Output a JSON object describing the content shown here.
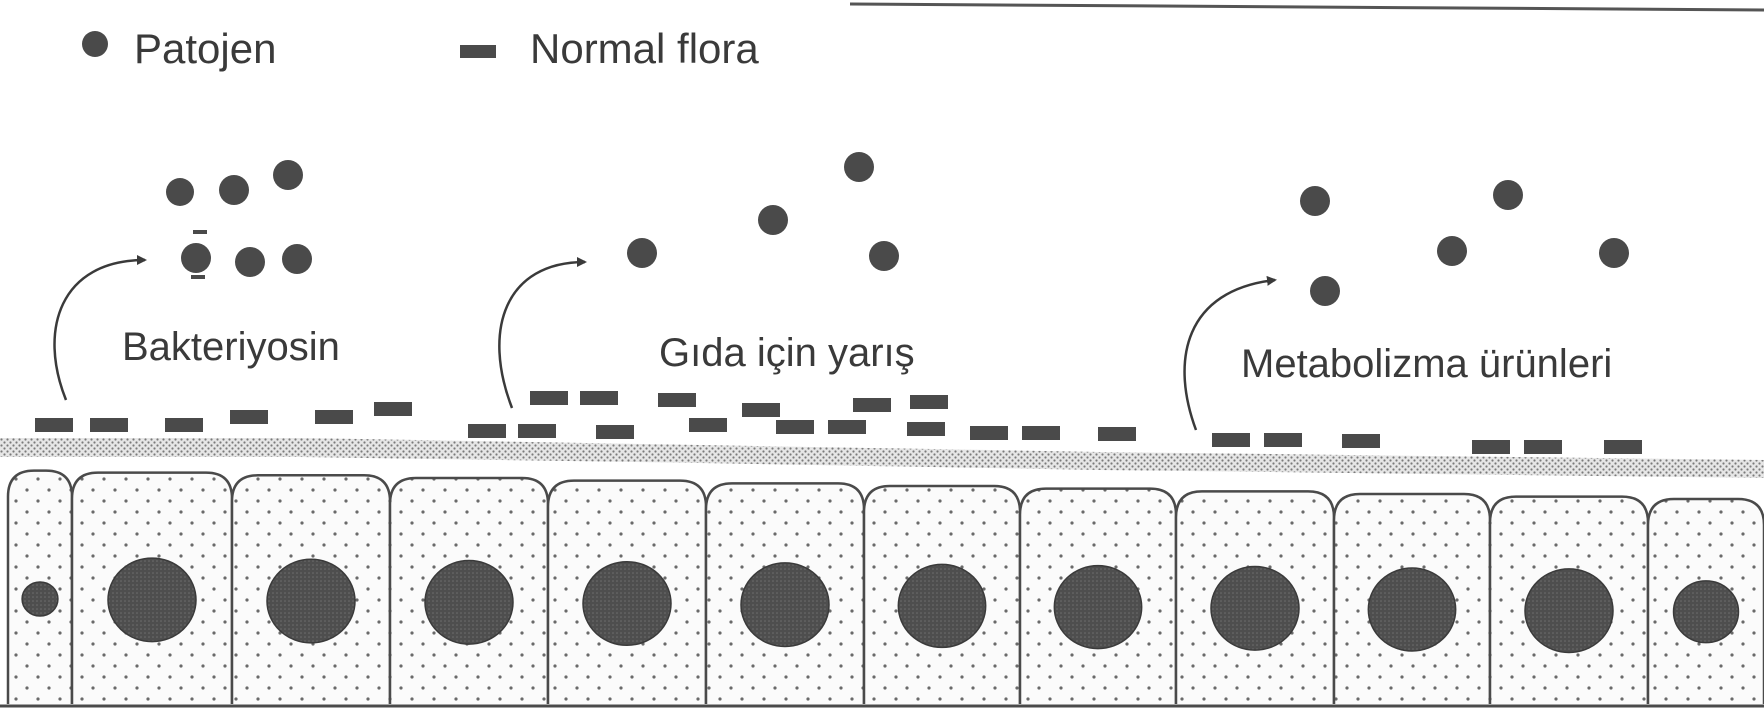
{
  "legend": {
    "pathogen_label": "Patojen",
    "flora_label": "Normal flora"
  },
  "mechanisms": [
    {
      "id": "bacteriocin",
      "label": "Bakteriyosin"
    },
    {
      "id": "food-competition",
      "label": "Gıda için yarış"
    },
    {
      "id": "metabolic-products",
      "label": "Metabolizma ürünleri"
    }
  ],
  "colors": {
    "ink": "#3a3a3a",
    "mark": "#4a4a4a",
    "cell_fill": "#f7f7f7",
    "nucleus": "#555555"
  }
}
